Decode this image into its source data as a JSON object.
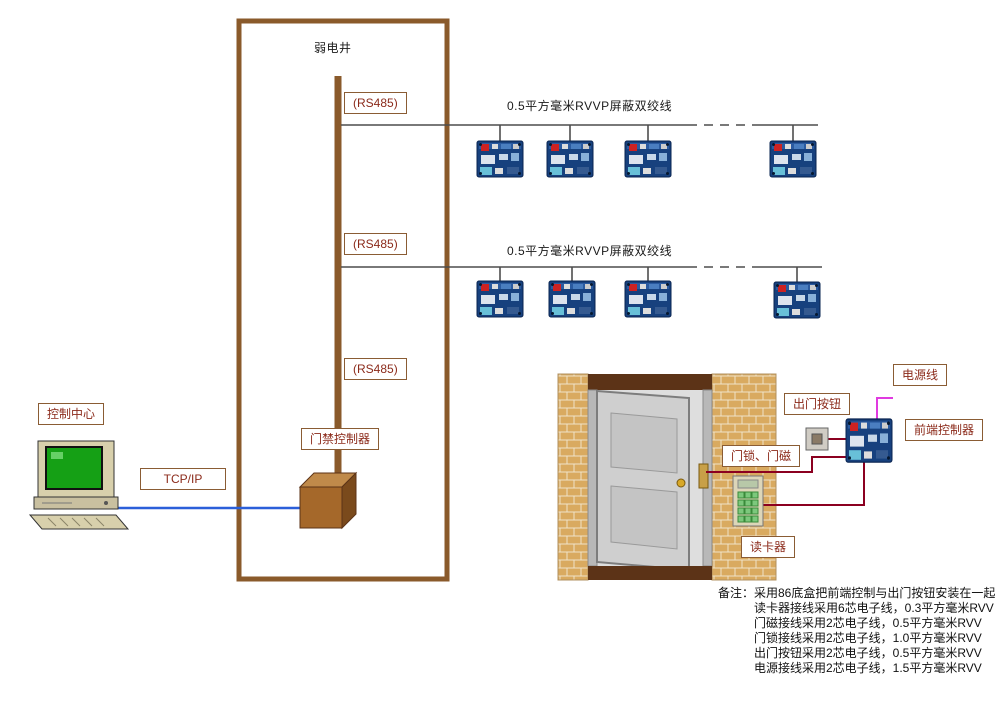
{
  "shaft": {
    "label": "弱电井"
  },
  "riser": {
    "rs485_labels": [
      "(RS485)",
      "(RS485)",
      "(RS485)"
    ]
  },
  "buses": [
    {
      "label": "0.5平方毫米RVVP屏蔽双绞线"
    },
    {
      "label": "0.5平方毫米RVVP屏蔽双绞线"
    }
  ],
  "left_side": {
    "control_center": "控制中心",
    "tcpip": "TCP/IP",
    "door_controller": "门禁控制器"
  },
  "door_area": {
    "exit_button": "出门按钮",
    "lock_magnet": "门锁、门磁",
    "card_reader": "读卡器",
    "power_line": "电源线",
    "front_controller": "前端控制器"
  },
  "notes": [
    "备注：采用86底盒把前端控制与出门按钮安装在一起",
    "读卡器接线采用6芯电子线，0.3平方毫米RVV",
    "门磁接线采用2芯电子线，0.5平方毫米RVV",
    "门锁接线采用2芯电子线，1.0平方毫米RVV",
    "出门按钮采用2芯电子线，0.5平方毫米RVV",
    "电源接线采用2芯电子线，1.5平方毫米RVV"
  ],
  "icons": {
    "computer": "control-center-computer-icon",
    "controller_box": "access-controller-box-icon",
    "pcb": "controller-board-icon",
    "door": "door-with-brick-wall-icon",
    "exit_button": "exit-push-button-icon",
    "card_reader": "keypad-card-reader-icon"
  },
  "colors": {
    "shaft_border": "#8a5a2b",
    "riser_trunk": "#8a5a2b",
    "bus_line": "#4d4d4d",
    "tcpip_line": "#2b5fd9",
    "power_wire": "#e03ae0",
    "signal_wire": "#8b0020",
    "label_text": "#8b2a1a",
    "label_border": "#8a5c34",
    "pcb_board": "#17417e",
    "brick": "#d9aa60",
    "door_wood": "#5c3317",
    "screen_green": "#15a015"
  }
}
